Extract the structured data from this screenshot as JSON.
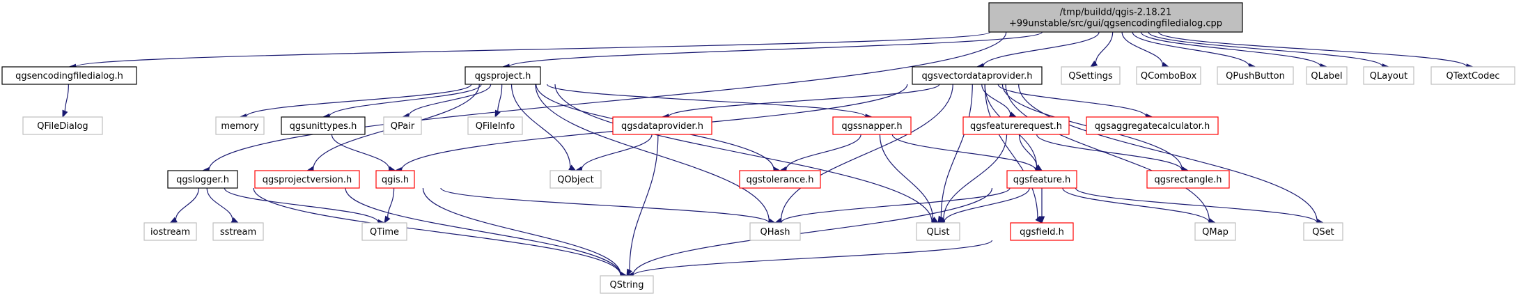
{
  "colors": {
    "edge": "#191970",
    "root_fill": "#bfbfbf",
    "root_border": "#000000",
    "documented_border": "#000000",
    "red_border": "#ff0000",
    "external_border": "#bfbfbf",
    "external_text": "#000000"
  },
  "nodes": [
    {
      "id": "root",
      "lines": [
        "/tmp/buildd/qgis-2.18.21",
        "+99unstable/src/gui/qgsencodingfiledialog.cpp"
      ],
      "style": "root"
    },
    {
      "id": "qgsencodingfiledialog_h",
      "lines": [
        "qgsencodingfiledialog.h"
      ],
      "style": "doc"
    },
    {
      "id": "QFileDialog",
      "lines": [
        "QFileDialog"
      ],
      "style": "ext"
    },
    {
      "id": "qgsproject_h",
      "lines": [
        "qgsproject.h"
      ],
      "style": "doc"
    },
    {
      "id": "qgsvectordataprovider_h",
      "lines": [
        "qgsvectordataprovider.h"
      ],
      "style": "doc"
    },
    {
      "id": "QSettings",
      "lines": [
        "QSettings"
      ],
      "style": "ext"
    },
    {
      "id": "QComboBox",
      "lines": [
        "QComboBox"
      ],
      "style": "ext"
    },
    {
      "id": "QPushButton",
      "lines": [
        "QPushButton"
      ],
      "style": "ext"
    },
    {
      "id": "QLabel",
      "lines": [
        "QLabel"
      ],
      "style": "ext"
    },
    {
      "id": "QLayout",
      "lines": [
        "QLayout"
      ],
      "style": "ext"
    },
    {
      "id": "QTextCodec",
      "lines": [
        "QTextCodec"
      ],
      "style": "ext"
    },
    {
      "id": "memory",
      "lines": [
        "memory"
      ],
      "style": "ext"
    },
    {
      "id": "qgsunittypes_h",
      "lines": [
        "qgsunittypes.h"
      ],
      "style": "doc"
    },
    {
      "id": "QPair",
      "lines": [
        "QPair"
      ],
      "style": "ext"
    },
    {
      "id": "QFileInfo",
      "lines": [
        "QFileInfo"
      ],
      "style": "ext"
    },
    {
      "id": "qgsdataprovider_h",
      "lines": [
        "qgsdataprovider.h"
      ],
      "style": "red"
    },
    {
      "id": "qgssnapper_h",
      "lines": [
        "qgssnapper.h"
      ],
      "style": "red"
    },
    {
      "id": "qgsfeaturerequest_h",
      "lines": [
        "qgsfeaturerequest.h"
      ],
      "style": "red"
    },
    {
      "id": "qgsaggregatecalculator_h",
      "lines": [
        "qgsaggregatecalculator.h"
      ],
      "style": "red"
    },
    {
      "id": "qgslogger_h",
      "lines": [
        "qgslogger.h"
      ],
      "style": "doc"
    },
    {
      "id": "qgsprojectversion_h",
      "lines": [
        "qgsprojectversion.h"
      ],
      "style": "red"
    },
    {
      "id": "qgis_h",
      "lines": [
        "qgis.h"
      ],
      "style": "red"
    },
    {
      "id": "QObject",
      "lines": [
        "QObject"
      ],
      "style": "ext"
    },
    {
      "id": "qgstolerance_h",
      "lines": [
        "qgstolerance.h"
      ],
      "style": "red"
    },
    {
      "id": "qgsfeature_h",
      "lines": [
        "qgsfeature.h"
      ],
      "style": "red"
    },
    {
      "id": "qgsrectangle_h",
      "lines": [
        "qgsrectangle.h"
      ],
      "style": "red"
    },
    {
      "id": "iostream",
      "lines": [
        "iostream"
      ],
      "style": "ext"
    },
    {
      "id": "sstream",
      "lines": [
        "sstream"
      ],
      "style": "ext"
    },
    {
      "id": "QTime",
      "lines": [
        "QTime"
      ],
      "style": "ext"
    },
    {
      "id": "QHash",
      "lines": [
        "QHash"
      ],
      "style": "ext"
    },
    {
      "id": "QList",
      "lines": [
        "QList"
      ],
      "style": "ext"
    },
    {
      "id": "qgsfield_h",
      "lines": [
        "qgsfield.h"
      ],
      "style": "red"
    },
    {
      "id": "QMap",
      "lines": [
        "QMap"
      ],
      "style": "ext"
    },
    {
      "id": "QSet",
      "lines": [
        "QSet"
      ],
      "style": "ext"
    },
    {
      "id": "QString",
      "lines": [
        "QString"
      ],
      "style": "ext"
    }
  ],
  "edges": [
    [
      "root",
      "qgsencodingfiledialog_h"
    ],
    [
      "root",
      "qgsproject_h"
    ],
    [
      "root",
      "qgsvectordataprovider_h"
    ],
    [
      "root",
      "QSettings"
    ],
    [
      "root",
      "QComboBox"
    ],
    [
      "root",
      "QPushButton"
    ],
    [
      "root",
      "QLabel"
    ],
    [
      "root",
      "QLayout"
    ],
    [
      "root",
      "QTextCodec"
    ],
    [
      "root",
      "qgslogger_h"
    ],
    [
      "qgsencodingfiledialog_h",
      "QFileDialog"
    ],
    [
      "qgsproject_h",
      "memory"
    ],
    [
      "qgsproject_h",
      "qgsunittypes_h"
    ],
    [
      "qgsproject_h",
      "QPair"
    ],
    [
      "qgsproject_h",
      "QFileInfo"
    ],
    [
      "qgsproject_h",
      "QObject"
    ],
    [
      "qgsproject_h",
      "qgsprojectversion_h"
    ],
    [
      "qgsproject_h",
      "qgssnapper_h"
    ],
    [
      "qgsproject_h",
      "qgstolerance_h"
    ],
    [
      "qgsproject_h",
      "QHash"
    ],
    [
      "qgsproject_h",
      "QList"
    ],
    [
      "qgsunittypes_h",
      "qgis_h"
    ],
    [
      "qgsvectordataprovider_h",
      "qgsdataprovider_h"
    ],
    [
      "qgsvectordataprovider_h",
      "qgsfeaturerequest_h"
    ],
    [
      "qgsvectordataprovider_h",
      "qgsaggregatecalculator_h"
    ],
    [
      "qgsvectordataprovider_h",
      "qgsfeature_h"
    ],
    [
      "qgsvectordataprovider_h",
      "qgsrectangle_h"
    ],
    [
      "qgsvectordataprovider_h",
      "qgsfield_h"
    ],
    [
      "qgsvectordataprovider_h",
      "QMap"
    ],
    [
      "qgsvectordataprovider_h",
      "QSet"
    ],
    [
      "qgsvectordataprovider_h",
      "QList"
    ],
    [
      "qgsvectordataprovider_h",
      "QHash"
    ],
    [
      "qgsvectordataprovider_h",
      "qgis_h"
    ],
    [
      "qgsdataprovider_h",
      "QObject"
    ],
    [
      "qgsdataprovider_h",
      "QString"
    ],
    [
      "qgssnapper_h",
      "qgstolerance_h"
    ],
    [
      "qgssnapper_h",
      "qgsfeature_h"
    ],
    [
      "qgssnapper_h",
      "QList"
    ],
    [
      "qgsfeaturerequest_h",
      "qgsfeature_h"
    ],
    [
      "qgsfeaturerequest_h",
      "qgsrectangle_h"
    ],
    [
      "qgsfeaturerequest_h",
      "QList"
    ],
    [
      "qgslogger_h",
      "iostream"
    ],
    [
      "qgslogger_h",
      "sstream"
    ],
    [
      "qgslogger_h",
      "QTime"
    ],
    [
      "qgslogger_h",
      "QString"
    ],
    [
      "qgsprojectversion_h",
      "QString"
    ],
    [
      "qgis_h",
      "QTime"
    ],
    [
      "qgis_h",
      "QHash"
    ],
    [
      "qgis_h",
      "QString"
    ],
    [
      "qgsfeature_h",
      "qgsfield_h"
    ],
    [
      "qgsfeature_h",
      "QHash"
    ],
    [
      "qgsfeature_h",
      "QList"
    ],
    [
      "qgsfeature_h",
      "QMap"
    ],
    [
      "qgsfeature_h",
      "QSet"
    ],
    [
      "qgsfeature_h",
      "QString"
    ],
    [
      "qgsfield_h",
      "QString"
    ]
  ]
}
